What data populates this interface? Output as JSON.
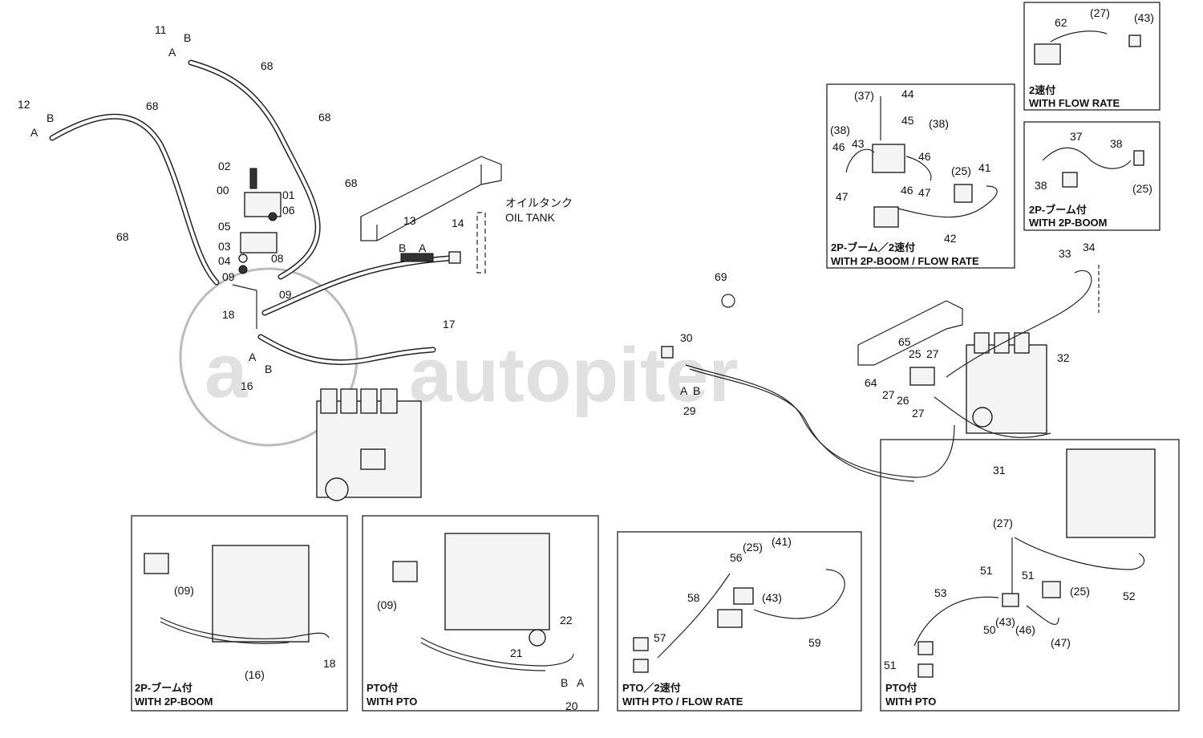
{
  "watermark": "autopiter",
  "labels": {
    "oil_tank_jp": "オイルタンク",
    "oil_tank_en": "OIL TANK",
    "p11": "11",
    "p12": "12",
    "p13": "13",
    "p14": "14",
    "p16": "16",
    "p17": "17",
    "p18": "18",
    "p29": "29",
    "p30": "30",
    "p31": "31",
    "p32": "32",
    "p33": "33",
    "p34": "34",
    "p64": "64",
    "p65": "65",
    "p69": "69",
    "p00": "00",
    "p01": "01",
    "p02": "02",
    "p03": "03",
    "p04": "04",
    "p05": "05",
    "p06": "06",
    "p08": "08",
    "p09": "09",
    "p25": "25",
    "p26": "26",
    "p27": "27",
    "p68": "68",
    "A": "A",
    "B": "B"
  },
  "panels": {
    "flow_rate": {
      "jp": "2速付",
      "en": "WITH FLOW RATE",
      "p62": "62",
      "p27": "(27)",
      "p43": "(43)"
    },
    "twop_boom_top": {
      "jp": "2P-ブーム付",
      "en": "WITH 2P-BOOM",
      "p37": "37",
      "p38": "38",
      "p38b": "38",
      "p25": "(25)"
    },
    "twop_flow": {
      "jp": "2P-ブーム／2速付",
      "en": "WITH 2P-BOOM / FLOW RATE",
      "p37": "(37)",
      "p38a": "(38)",
      "p38b": "(38)",
      "p41": "41",
      "p42": "42",
      "p43": "43",
      "p44": "44",
      "p45": "45",
      "p46a": "46",
      "p46b": "46",
      "p46c": "46",
      "p47a": "47",
      "p47b": "47",
      "p25": "(25)"
    },
    "twop_boom_bottom": {
      "jp": "2P-ブーム付",
      "en": "WITH 2P-BOOM",
      "p09": "(09)",
      "p16": "(16)",
      "p18": "18"
    },
    "pto": {
      "jp": "PTO付",
      "en": "WITH PTO",
      "p09": "(09)",
      "p20": "20",
      "p21": "21",
      "p22": "22"
    },
    "pto_flow": {
      "jp": "PTO／2速付",
      "en": "WITH PTO / FLOW RATE",
      "p25": "(25)",
      "p41": "(41)",
      "p43": "(43)",
      "p56": "56",
      "p57": "57",
      "p58": "58",
      "p59": "59"
    },
    "pto_right": {
      "jp": "PTO付",
      "en": "WITH PTO",
      "p27": "(27)",
      "p25": "(25)",
      "p43": "(43)",
      "p46": "(46)",
      "p47": "(47)",
      "p50": "50",
      "p51a": "51",
      "p51b": "51",
      "p51c": "51",
      "p52": "52",
      "p53": "53"
    }
  }
}
